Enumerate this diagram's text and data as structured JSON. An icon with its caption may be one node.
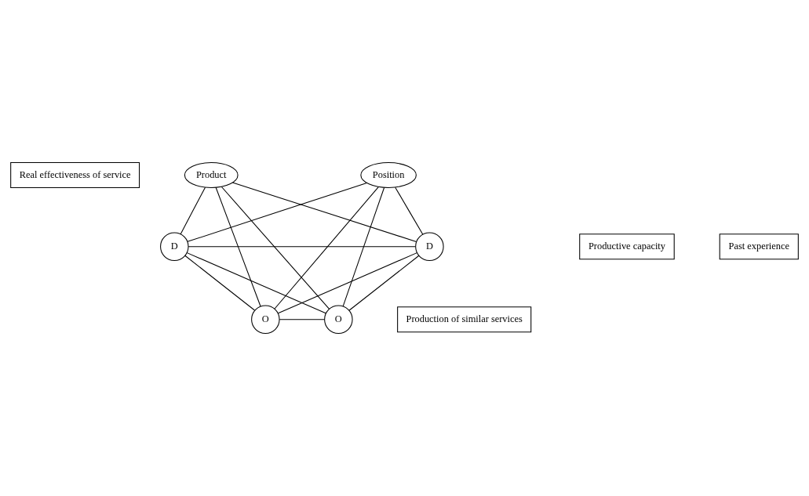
{
  "diagram": {
    "nodes": [
      {
        "text": [
          "Real effectiveness of service"
        ]
      },
      {
        "text": [
          "Product"
        ]
      },
      {
        "text": [
          "D"
        ]
      },
      {
        "text": [
          "D"
        ]
      },
      {
        "text": [
          "Productive capacity"
        ]
      },
      {
        "text": [
          "Past experience"
        ]
      },
      {
        "text": [
          "O"
        ]
      },
      {
        "text": [
          "O"
        ]
      },
      {
        "text": [
          "Position"
        ]
      },
      {
        "text": [
          "Production of similar services"
        ]
      }
    ],
    "edges": [
      {
        "from": 1,
        "to": 2,
        "arrow": "none"
      },
      {
        "from": 1,
        "to": 3,
        "arrow": "none"
      },
      {
        "from": 1,
        "to": 6,
        "arrow": "none"
      },
      {
        "from": 1,
        "to": 7,
        "arrow": "none"
      },
      {
        "from": 2,
        "to": 3,
        "arrow": "none"
      },
      {
        "from": 2,
        "to": 6,
        "arrow": "none"
      },
      {
        "from": 2,
        "to": 7,
        "arrow": "none"
      },
      {
        "from": 3,
        "to": 6,
        "arrow": "none"
      },
      {
        "from": 3,
        "to": 7,
        "arrow": "none"
      },
      {
        "from": 6,
        "to": 7,
        "arrow": "none"
      },
      {
        "from": 8,
        "to": 2,
        "arrow": "none"
      },
      {
        "from": 8,
        "to": 3,
        "arrow": "none"
      },
      {
        "from": 8,
        "to": 6,
        "arrow": "none"
      },
      {
        "from": 8,
        "to": 7,
        "arrow": "none"
      }
    ]
  }
}
